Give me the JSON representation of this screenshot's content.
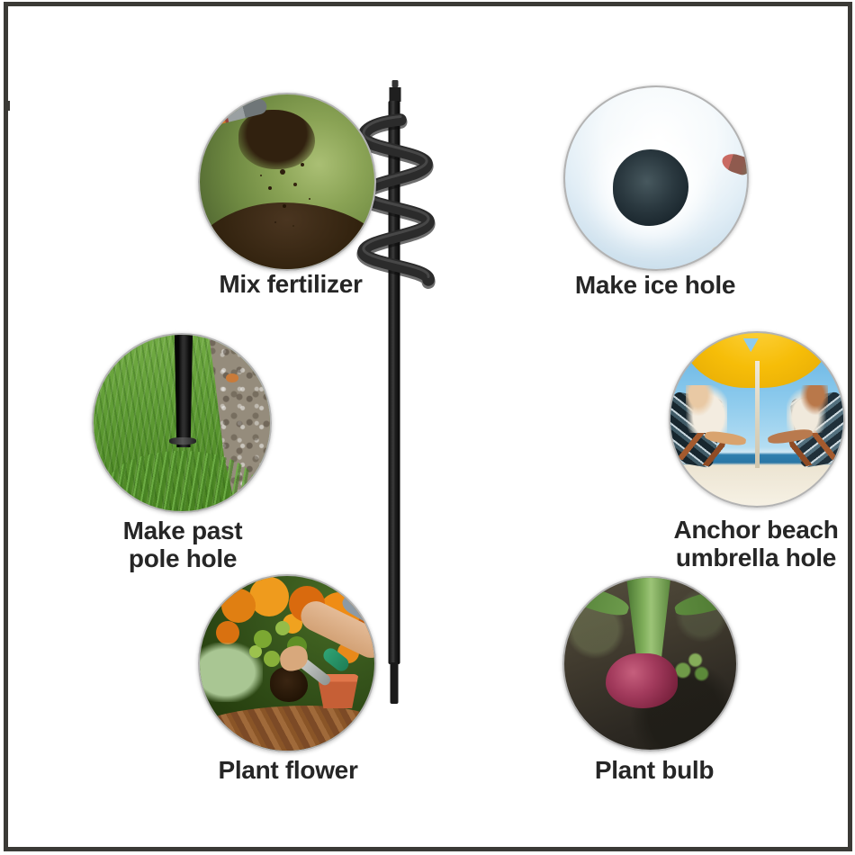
{
  "page": {
    "background": "#ffffff",
    "frame_color": "#3b3a36",
    "label_color": "#262626"
  },
  "product": {
    "name": "garden spiral auger drill bit",
    "color": "#1e1e1e"
  },
  "use_cases": [
    {
      "id": "mix-fertilizer",
      "lines": [
        "Mix fertilizer"
      ],
      "alt": "trowel dropping dark compost over a soil mound on a green background"
    },
    {
      "id": "make-ice-hole",
      "lines": [
        "Make ice hole"
      ],
      "alt": "round hole drilled through ice with a fish lying beside it"
    },
    {
      "id": "make-past-pole-hole",
      "lines": [
        "Make past",
        "pole hole"
      ],
      "alt": "black pole set into grass beside a gravel path"
    },
    {
      "id": "anchor-beach-umbrella-hole",
      "lines": [
        "Anchor beach",
        "umbrella hole"
      ],
      "alt": "yellow beach umbrella with two people on deck chairs by the sea"
    },
    {
      "id": "plant-flower",
      "lines": [
        "Plant flower"
      ],
      "alt": "hands planting marigold flowers with a trowel and pot"
    },
    {
      "id": "plant-bulb",
      "lines": [
        "Plant bulb"
      ],
      "alt": "red onion bulb growing in dark mulched soil"
    }
  ]
}
